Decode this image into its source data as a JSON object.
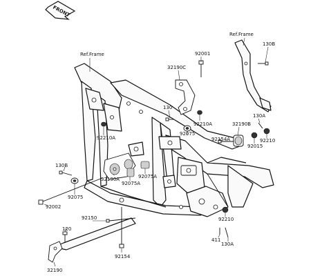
{
  "compass": {
    "label": "FRONT"
  },
  "ref_frame_left": "Ref.Frame",
  "ref_frame_right": "Ref.Frame",
  "parts": {
    "p92001": "92001",
    "p130b_top": "130B",
    "p32190c": "32190C",
    "p130_mid": "130",
    "p92075_mid": "92075",
    "p92210a_right": "92210A",
    "p92210a_left": "92210A",
    "p92154a": "92154A",
    "p32190b": "32190B",
    "p130a_right": "130A",
    "p92210_right": "92210",
    "p92015": "92015",
    "p130b_left": "130B",
    "p32190a": "32190A",
    "p92075a_1": "92075A",
    "p92075a_2": "92075A",
    "p92075_low": "92075",
    "p92002": "92002",
    "p92150": "92150",
    "p120": "120",
    "p32190": "32190",
    "p92154": "92154",
    "p92210_low": "92210",
    "p411": "411",
    "p130a_low": "130A"
  }
}
